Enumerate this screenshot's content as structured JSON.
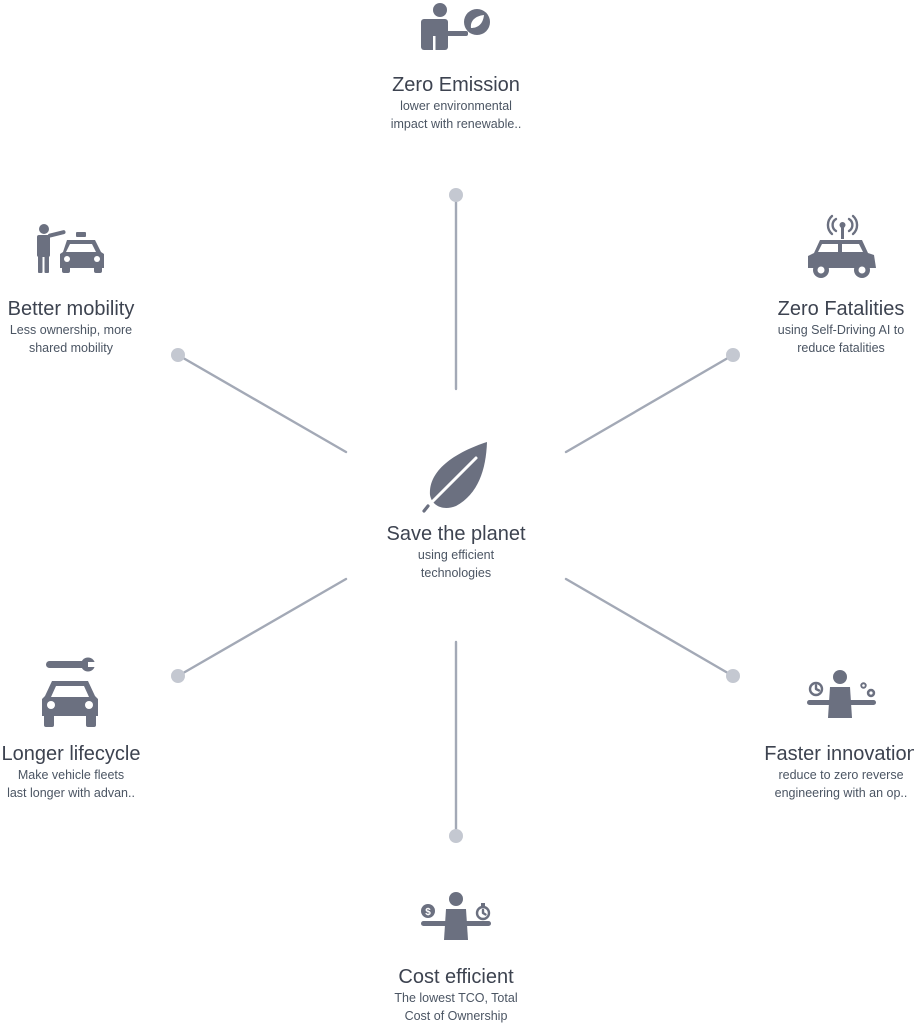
{
  "center": {
    "title": "Save the planet",
    "description_lines": [
      "using efficient",
      "technologies"
    ],
    "icon": "leaf-icon"
  },
  "nodes": {
    "top": {
      "title": "Zero Emission",
      "description_lines": [
        "lower environmental",
        "impact with renewable.."
      ],
      "icon": "person-leaf-icon"
    },
    "left_top": {
      "title": "Better mobility",
      "description_lines": [
        "Less ownership, more",
        "shared mobility"
      ],
      "icon": "person-taxi-icon"
    },
    "right_top": {
      "title": "Zero Fatalities",
      "description_lines": [
        "using Self-Driving AI to",
        "reduce fatalities"
      ],
      "icon": "autonomous-car-icon"
    },
    "left_bottom": {
      "title": "Longer lifecycle",
      "description_lines": [
        "Make vehicle fleets",
        "last longer with advan.."
      ],
      "icon": "car-wrench-icon"
    },
    "right_bottom": {
      "title": "Faster innovation",
      "description_lines": [
        "reduce to zero reverse",
        "engineering with an op.."
      ],
      "icon": "person-clock-gears-icon"
    },
    "bottom": {
      "title": "Cost efficient",
      "description_lines": [
        "The lowest TCO, Total",
        "Cost of Ownership"
      ],
      "icon": "person-money-time-icon"
    }
  },
  "colors": {
    "icon": "#6b7080",
    "connector": "#a3a9b6",
    "endpoint": "#c4c8d1",
    "title_text": "#3d4350",
    "body_text": "#4b5563",
    "background": "#ffffff"
  }
}
